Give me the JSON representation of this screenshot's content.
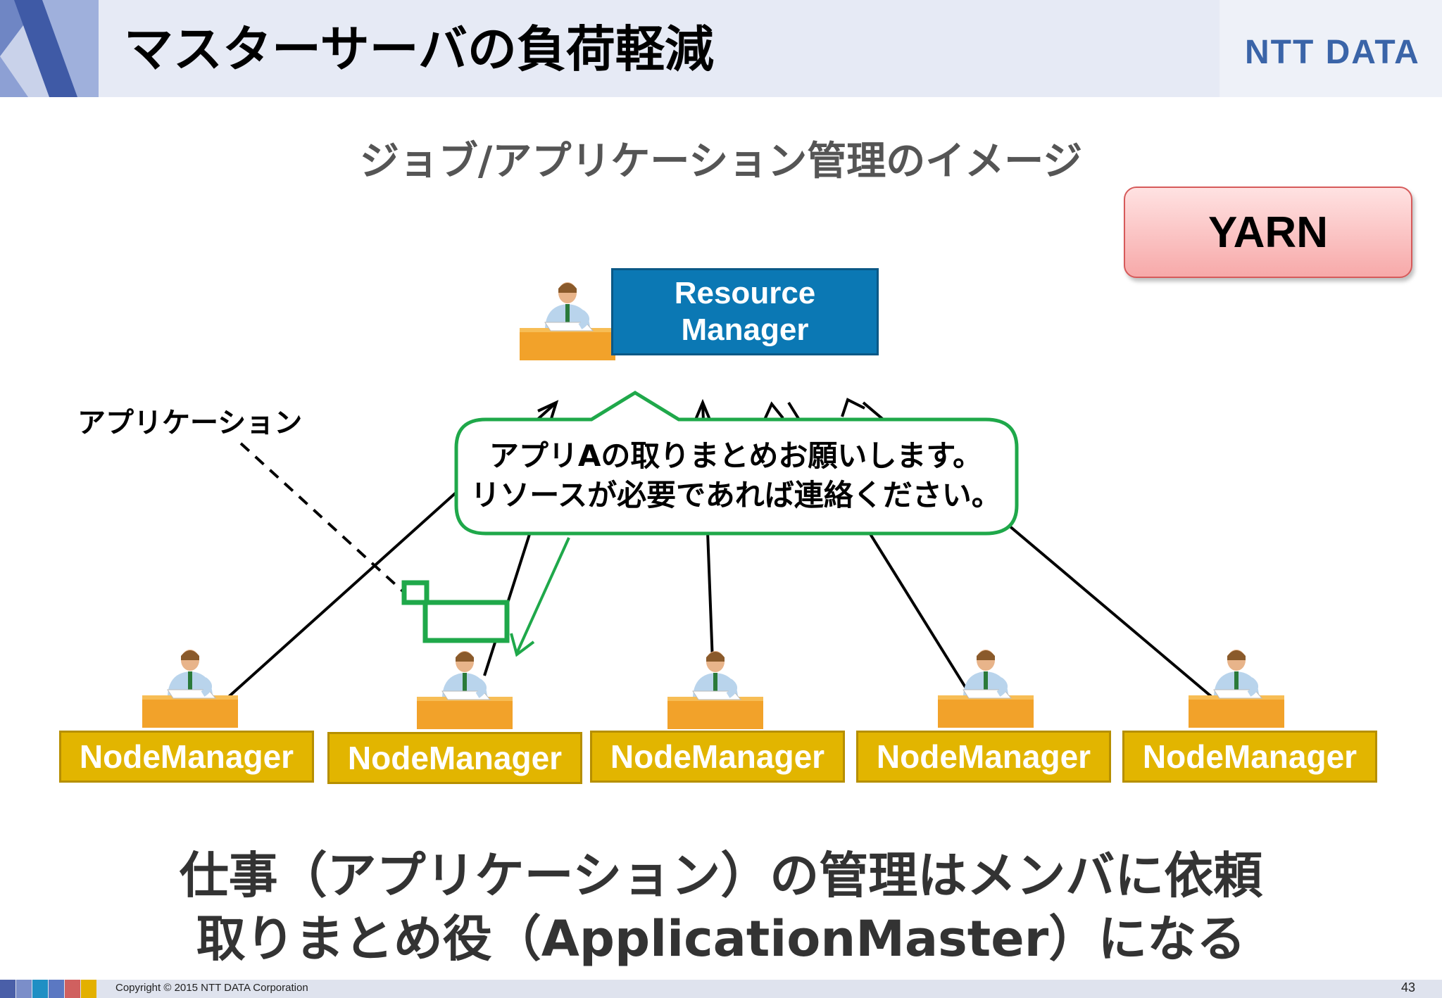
{
  "header": {
    "title": "マスターサーバの負荷軽減",
    "brand": "NTT DATA"
  },
  "subtitle": "ジョブ/アプリケーション管理のイメージ",
  "badge": "YARN",
  "resource_manager": {
    "line1": "Resource",
    "line2": "Manager"
  },
  "application_label": "アプリケーション",
  "bubble": {
    "line1": "アプリAの取りまとめお願いします。",
    "line2": "リソースが必要であれば連絡ください。"
  },
  "node_managers": [
    "NodeManager",
    "NodeManager",
    "NodeManager",
    "NodeManager",
    "NodeManager"
  ],
  "summary": {
    "line1": "仕事（アプリケーション）の管理はメンバに依頼",
    "line2": "取りまとめ役（ApplicationMaster）になる"
  },
  "footer": {
    "copyright": "Copyright © 2015 NTT DATA Corporation",
    "page_number": "43",
    "swatch_colors": [
      "#4a5fa8",
      "#7b8ec9",
      "#1f8fc4",
      "#5b78c2",
      "#d0605f",
      "#e3b000"
    ]
  },
  "colors": {
    "resource_manager": "#0b78b4",
    "node_manager": "#e2b500",
    "bubble_border": "#1fa84a",
    "badge": "#f7a9a9",
    "brand": "#3a64a8"
  }
}
